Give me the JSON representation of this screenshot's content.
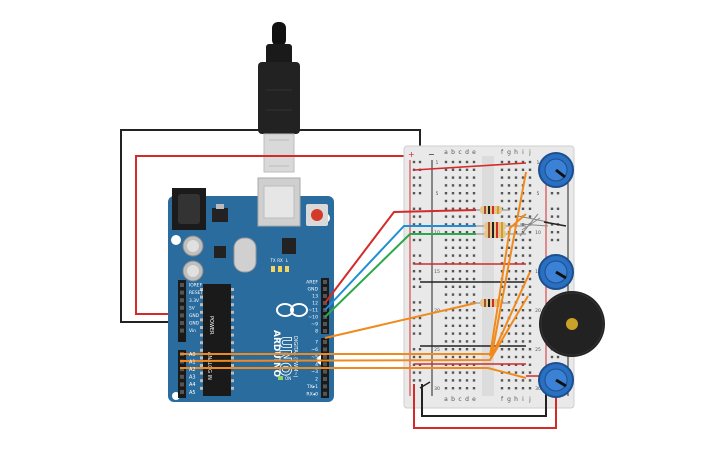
{
  "arduino": {
    "brand": "ARDUINO",
    "model": "UNO",
    "reset_label": "RESET",
    "power_header": [
      "IOREF",
      "RESET",
      "3.3V",
      "5V",
      "GND",
      "GND",
      "Vin"
    ],
    "power_label": "POWER",
    "analog_header": [
      "A0",
      "A1",
      "A2",
      "A3",
      "A4",
      "A5"
    ],
    "analog_label": "ANALOG IN",
    "digital_top": [
      "AREF",
      "GND",
      "13",
      "12",
      "~11",
      "~10",
      "~9",
      "8"
    ],
    "digital_bottom": [
      "7",
      "~6",
      "~5",
      "4",
      "~3",
      "2",
      "TX▸1",
      "RX◂0"
    ],
    "digital_label": "DIGITAL (PWM~)",
    "tx_label": "TX",
    "rx_label": "RX",
    "l_label": "L",
    "on_label": "ON"
  },
  "breadboard": {
    "columns_left": [
      "a",
      "b",
      "c",
      "d",
      "e"
    ],
    "columns_right": [
      "f",
      "g",
      "h",
      "i",
      "j"
    ],
    "row_numbers": [
      "1",
      "",
      "",
      "",
      "5",
      "",
      "",
      "",
      "",
      "10",
      "",
      "",
      "",
      "",
      "15",
      "",
      "",
      "",
      "",
      "20",
      "",
      "",
      "",
      "",
      "25",
      "",
      "",
      "",
      "",
      "30"
    ],
    "plus": "+",
    "minus": "−"
  },
  "colors": {
    "board": "#2a6c9e",
    "wire_red": "#d42a2a",
    "wire_black": "#222222",
    "wire_blue": "#1e8fd6",
    "wire_green": "#2aa84a",
    "wire_orange": "#f08a1c",
    "pot_body": "#2a6fc0",
    "buzzer": "#222222"
  }
}
